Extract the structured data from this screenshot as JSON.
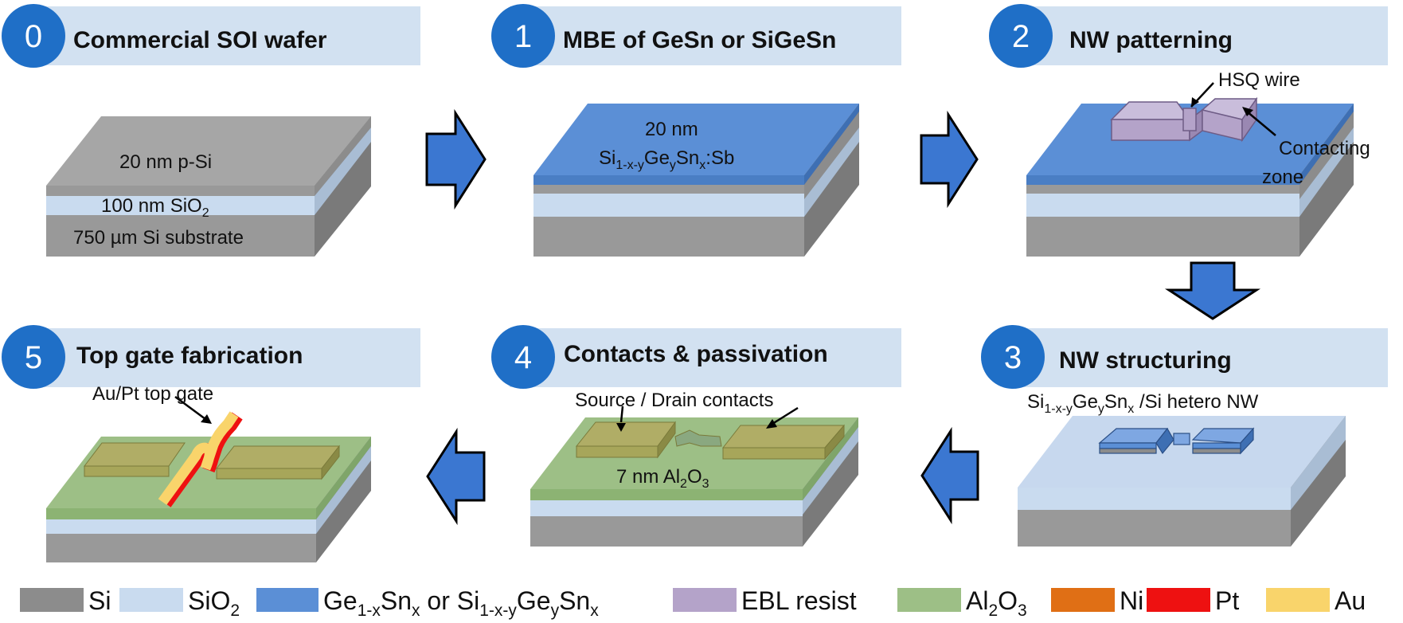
{
  "steps": [
    {
      "num": "0",
      "title": "Commercial SOI wafer",
      "labels": {
        "top": "20 nm p-Si",
        "sio2_pre": "100 nm SiO",
        "sio2_sub": "2",
        "substrate": "750 µm Si substrate"
      }
    },
    {
      "num": "1",
      "title": "MBE of GeSn or SiGeSn",
      "labels": {
        "thickness": "20 nm",
        "f1": "Si",
        "f2": "1-x-y",
        "f3": "Ge",
        "f4": "y",
        "f5": "Sn",
        "f6": "x",
        "f7": ":Sb"
      }
    },
    {
      "num": "2",
      "title": "NW patterning",
      "labels": {
        "hsq": "HSQ wire",
        "contact1": "Contacting",
        "contact2": "zone"
      }
    },
    {
      "num": "3",
      "title": "NW structuring",
      "labels": {
        "f1": "Si",
        "f2": "1-x-y",
        "f3": "Ge",
        "f4": "y",
        "f5": "Sn",
        "f6": "x",
        "f7": " /Si hetero NW"
      }
    },
    {
      "num": "4",
      "title": "Contacts & passivation",
      "labels": {
        "contacts": "Source / Drain contacts",
        "al_pre": "7 nm Al",
        "al_sub": "2",
        "al_mid": "O",
        "al_sub2": "3"
      }
    },
    {
      "num": "5",
      "title": "Top gate fabrication",
      "labels": {
        "gate": "Au/Pt top gate"
      }
    }
  ],
  "legend": [
    {
      "key": "si",
      "color": "#8c8c8c",
      "parts": [
        {
          "t": "Si"
        }
      ]
    },
    {
      "key": "sio2",
      "color": "#c9dbef",
      "parts": [
        {
          "t": "SiO"
        },
        {
          "t": "2",
          "s": "sub"
        }
      ]
    },
    {
      "key": "gesn",
      "color": "#5b8fd6",
      "parts": [
        {
          "t": "Ge"
        },
        {
          "t": "1-x",
          "s": "sub"
        },
        {
          "t": "Sn"
        },
        {
          "t": "x",
          "s": "sub"
        },
        {
          "t": " or Si"
        },
        {
          "t": "1-x-y",
          "s": "sub"
        },
        {
          "t": "Ge"
        },
        {
          "t": "y",
          "s": "sub"
        },
        {
          "t": "Sn"
        },
        {
          "t": "x",
          "s": "sub"
        }
      ]
    },
    {
      "key": "ebl",
      "color": "#b4a3c9",
      "parts": [
        {
          "t": "EBL resist"
        }
      ]
    },
    {
      "key": "al2o3",
      "color": "#9dbf86",
      "parts": [
        {
          "t": "Al"
        },
        {
          "t": "2",
          "s": "sub"
        },
        {
          "t": "O"
        },
        {
          "t": "3",
          "s": "sub"
        }
      ]
    },
    {
      "key": "ni",
      "color": "#e06f15",
      "parts": [
        {
          "t": "Ni"
        }
      ]
    },
    {
      "key": "pt",
      "color": "#ee1111",
      "parts": [
        {
          "t": "Pt"
        }
      ]
    },
    {
      "key": "au",
      "color": "#f9d46b",
      "parts": [
        {
          "t": "Au"
        }
      ]
    }
  ],
  "colors": {
    "banner": "#d2e1f1",
    "badge": "#1f6fc7",
    "arrow": "#3b77d1",
    "arrow_outline": "#000000",
    "si_top": "#a6a6a6",
    "si_front": "#999999",
    "si_side": "#7a7a7a",
    "sio2_front": "#c9dbef",
    "sio2_side": "#a9bdd4",
    "gesn_top": "#5b8fd6",
    "gesn_side": "#3e6fb3",
    "ebl_top": "#b4a3c9",
    "ebl_side": "#9a88b2",
    "al_top": "#9dbf86",
    "al_side": "#7fa56a",
    "contact_top": "#a7a65a",
    "contact_side": "#8a8a45",
    "light_top": "#c7d8ee"
  }
}
